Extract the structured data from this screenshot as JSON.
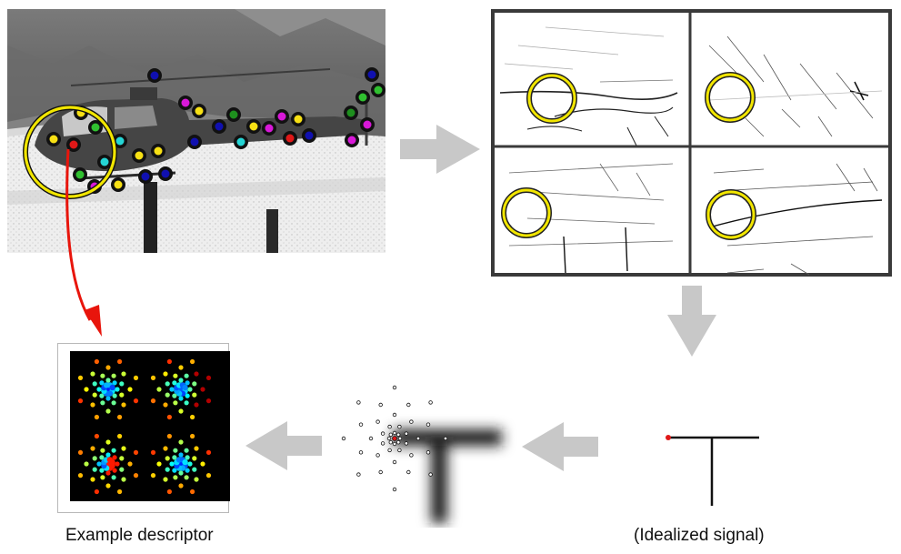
{
  "captions": {
    "descriptor": "Example descriptor",
    "signal": "(Idealized signal)"
  },
  "colors": {
    "ring": "#f2e600",
    "flow_arrow": "#c8c8c8",
    "link_arrow": "#e8150c",
    "keypoint_palette": [
      "#f7e014",
      "#25d5d5",
      "#d20f7c",
      "#1e8f1e",
      "#1010b0",
      "#e01818",
      "#30c030",
      "#d818d8"
    ]
  },
  "icons": {
    "flow_arrows": [
      "right-arrow-icon",
      "down-arrow-icon",
      "left-arrow-icon",
      "left-arrow-icon"
    ],
    "link_arrow": "curved-red-arrow-icon"
  },
  "panels": {
    "photo": "helicopter-keypoint-photo",
    "response_maps": [
      "orientation-map-top-left",
      "orientation-map-top-right",
      "orientation-map-bottom-left",
      "orientation-map-bottom-right"
    ],
    "descriptor_quadrants": [
      "descriptor-quadrant-1",
      "descriptor-quadrant-2",
      "descriptor-quadrant-3",
      "descriptor-quadrant-4"
    ]
  }
}
